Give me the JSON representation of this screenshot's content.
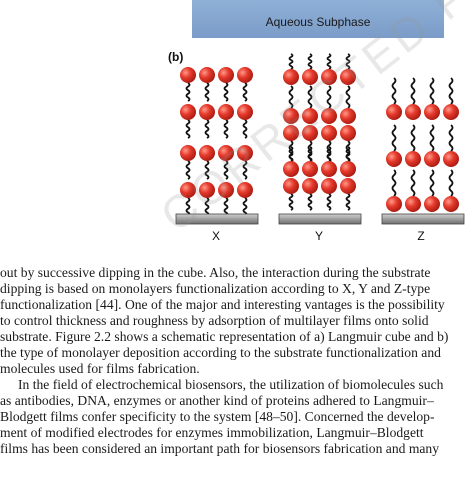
{
  "figure": {
    "subphase_label": "Aqueous Subphase",
    "panel_label": "(b)",
    "deposition_labels": [
      "X",
      "Y",
      "Z"
    ]
  },
  "body_text": {
    "lines": [
      "out by successive dipping in the cube. Also, the interaction during the substrate",
      "dipping is based on monolayers functionalization according to X, Y and Z-type",
      "functionalization [44]. One of the major and interesting vantages is the possibility",
      "to control thickness and roughness by adsorption of multilayer films onto solid",
      "substrate. Figure 2.2 shows a schematic representation of a) Langmuir cube and b)",
      "the type of monolayer deposition according to the substrate functionalization and",
      "molecules used for films fabrication.",
      "In the field of electrochemical biosensors, the utilization of biomolecules such",
      "as antibodies, DNA, enzymes or another kind of proteins adhered to Langmuir–",
      "Blodgett films confer specificity to the system [48–50]. Concerned the develop-",
      "ment of modified electrodes for enzymes immobilization, Langmuir–Blodgett",
      "films has been considered an important path for biosensors fabrication and many"
    ]
  },
  "watermark": "CORRECTED PROOF",
  "colors": {
    "head_color": "#e53a2c",
    "subphase_color": "#8fb0d6",
    "substrate_color": "#9a9a9a"
  }
}
